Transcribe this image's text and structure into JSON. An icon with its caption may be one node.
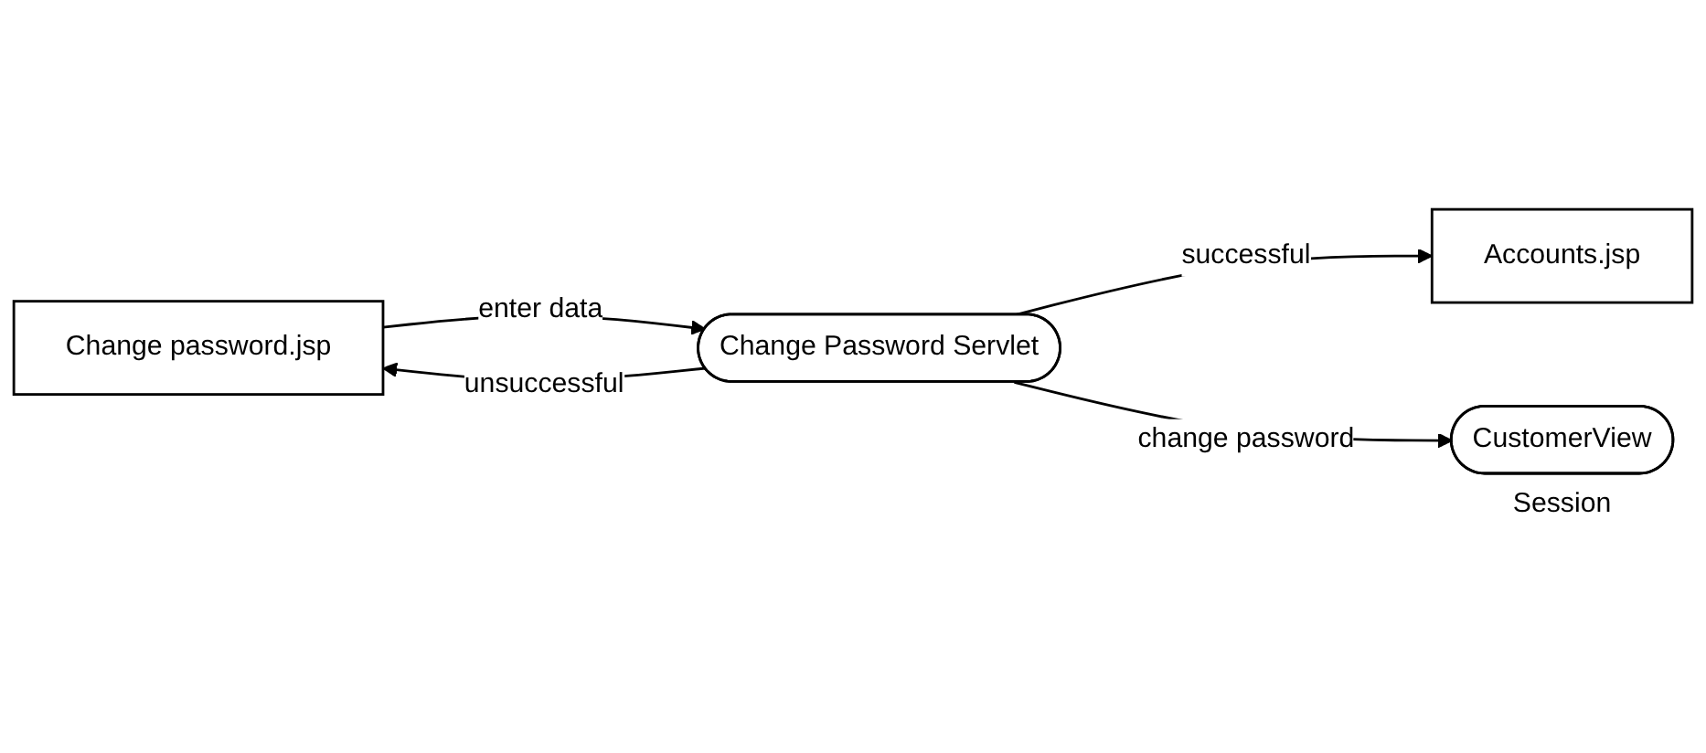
{
  "diagram": {
    "nodes": [
      {
        "text": [
          "Change password.jsp"
        ]
      },
      {
        "text": [
          "Change Password Servlet"
        ]
      },
      {
        "text": [
          "Accounts.jsp"
        ]
      },
      {
        "text": [
          "CustomerView"
        ],
        "beside": [
          "Session"
        ]
      }
    ],
    "edges": [
      {
        "from": 0,
        "to": 1,
        "arrow": "to",
        "label": "enter data"
      },
      {
        "from": 1,
        "to": 0,
        "arrow": "to",
        "label": "unsuccessful"
      },
      {
        "from": 1,
        "to": 2,
        "arrow": "to",
        "label": "successful"
      },
      {
        "from": 1,
        "to": 3,
        "arrow": "to",
        "label": "change password"
      }
    ]
  }
}
